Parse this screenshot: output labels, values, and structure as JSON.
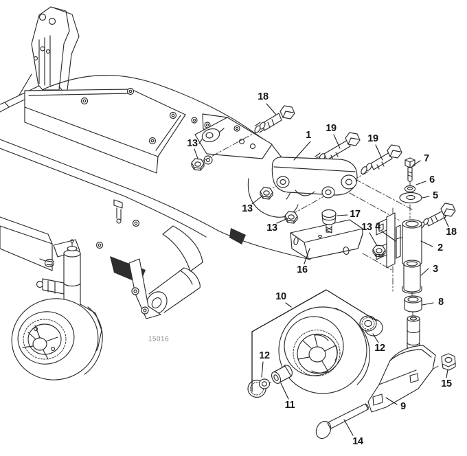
{
  "drawing_number": "15016",
  "callout_labels": [
    "1",
    "2",
    "3",
    "4",
    "5",
    "6",
    "7",
    "8",
    "9",
    "10",
    "11",
    "12",
    "13",
    "14",
    "15",
    "16",
    "17",
    "18",
    "19"
  ],
  "colors": {
    "background": "#ffffff",
    "line_art": "#2b2b2b",
    "callout_text": "#151515",
    "drawing_number_text": "#8a8a8a"
  }
}
